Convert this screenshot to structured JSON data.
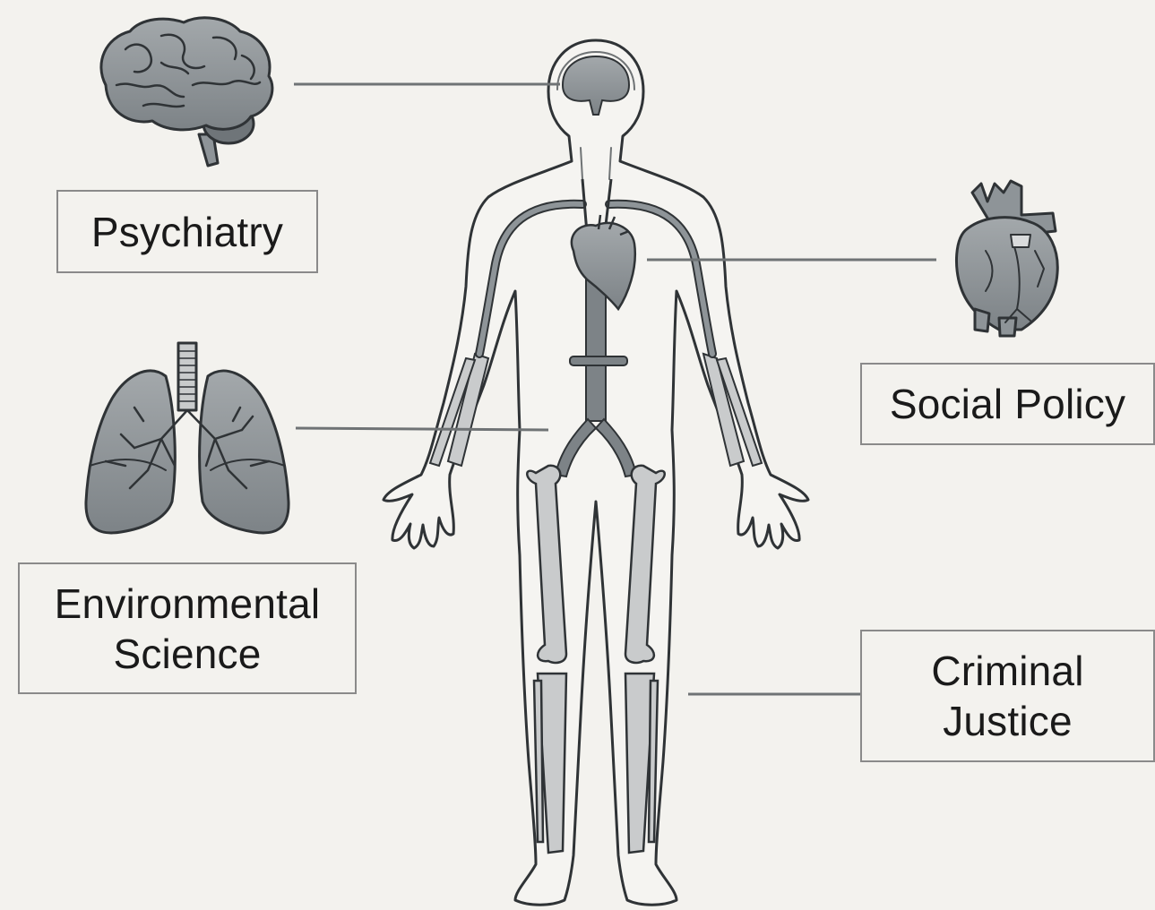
{
  "diagram": {
    "labels": {
      "psychiatry": "Psychiatry",
      "environmental_science": [
        "Environmental",
        "Science"
      ],
      "social_policy": "Social Policy",
      "criminal_justice": [
        "Criminal",
        "Justice"
      ]
    },
    "icons": {
      "brain": "brain-icon",
      "lungs": "lungs-icon",
      "heart": "heart-icon",
      "body": "human-body-figure"
    },
    "colors": {
      "background": "#f3f2ee",
      "outline": "#2f3336",
      "organ_fill": "#8e9498",
      "connector": "#6f7375",
      "box_border": "#8a8a8a",
      "text": "#1a1a1a"
    }
  }
}
